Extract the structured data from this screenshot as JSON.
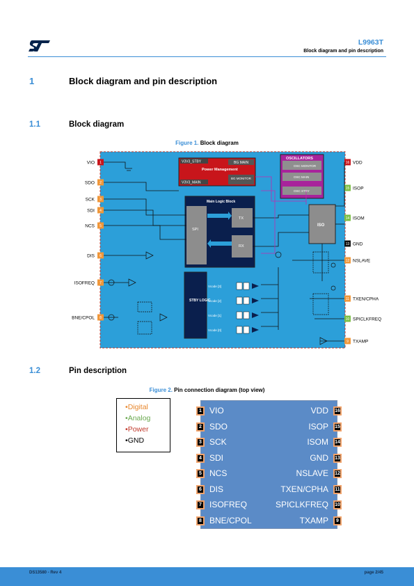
{
  "header": {
    "doc_id": "L9963T",
    "doc_subtitle": "Block diagram and pin description",
    "logo": "st-logo"
  },
  "section1": {
    "number": "1",
    "title": "Block diagram and pin description"
  },
  "section1_1": {
    "number": "1.1",
    "title": "Block diagram"
  },
  "figure1": {
    "label": "Figure 1.",
    "caption": "Block diagram",
    "pins_left": [
      {
        "num": "1",
        "name": "VIO"
      },
      {
        "num": "2",
        "name": "SDO"
      },
      {
        "num": "3",
        "name": "SCK"
      },
      {
        "num": "4",
        "name": "SDI"
      },
      {
        "num": "5",
        "name": "NCS"
      },
      {
        "num": "6",
        "name": "DIS"
      },
      {
        "num": "7",
        "name": "ISOFREQ"
      },
      {
        "num": "8",
        "name": "BNE/CPOL"
      }
    ],
    "pins_right": [
      {
        "num": "16",
        "name": "VDD"
      },
      {
        "num": "15",
        "name": "ISOP"
      },
      {
        "num": "14",
        "name": "ISOM"
      },
      {
        "num": "13",
        "name": "GND"
      },
      {
        "num": "12",
        "name": "NSLAVE"
      },
      {
        "num": "11",
        "name": "TXEN/CPHA"
      },
      {
        "num": "10",
        "name": "SPICLKFREQ"
      },
      {
        "num": "9",
        "name": "TXAMP"
      }
    ],
    "blocks": {
      "power_mgmt": "Power Management",
      "v3v3_stby": "V3V3_STBY",
      "v3v3_main": "V3V3_MAIN",
      "bg_main": "BG MAIN",
      "bg_monitor": "BG MONITOR",
      "oscillators": "OSCILLATORS",
      "osc_monitor": "OSC MONITOR",
      "osc_main": "OSC MAIN",
      "osc_stby": "OSC STBY",
      "main_logic": "Main Logic Block",
      "spi": "SPI",
      "tx": "TX",
      "rx": "RX",
      "iso": "ISO",
      "stby_logic": "STBY LOGIC",
      "vcode_labels": [
        "Vcode [3]",
        "Vcode [2]",
        "Vcode [1]",
        "Vcode [0]"
      ]
    }
  },
  "section1_2": {
    "number": "1.2",
    "title": "Pin description"
  },
  "figure2": {
    "label": "Figure 2.",
    "caption": "Pin connection diagram (top view)",
    "legend": [
      {
        "text": "Digital",
        "color": "#e8872c"
      },
      {
        "text": "Analog",
        "color": "#6aa84f"
      },
      {
        "text": "Power",
        "color": "#c0392b"
      },
      {
        "text": "GND",
        "color": "#000000"
      }
    ],
    "pins_left": [
      {
        "num": "1",
        "name": "VIO"
      },
      {
        "num": "2",
        "name": "SDO"
      },
      {
        "num": "3",
        "name": "SCK"
      },
      {
        "num": "4",
        "name": "SDI"
      },
      {
        "num": "5",
        "name": "NCS"
      },
      {
        "num": "6",
        "name": "DIS"
      },
      {
        "num": "7",
        "name": "ISOFREQ"
      },
      {
        "num": "8",
        "name": "BNE/CPOL"
      }
    ],
    "pins_right": [
      {
        "num": "16",
        "name": "VDD"
      },
      {
        "num": "15",
        "name": "ISOP"
      },
      {
        "num": "14",
        "name": "ISOM"
      },
      {
        "num": "13",
        "name": "GND"
      },
      {
        "num": "12",
        "name": "NSLAVE"
      },
      {
        "num": "11",
        "name": "TXEN/CPHA"
      },
      {
        "num": "10",
        "name": "SPICLKFREQ"
      },
      {
        "num": "9",
        "name": "TXAMP"
      }
    ]
  },
  "footer": {
    "left": "DS13580 - Rev 4",
    "right": "page 2/45"
  }
}
